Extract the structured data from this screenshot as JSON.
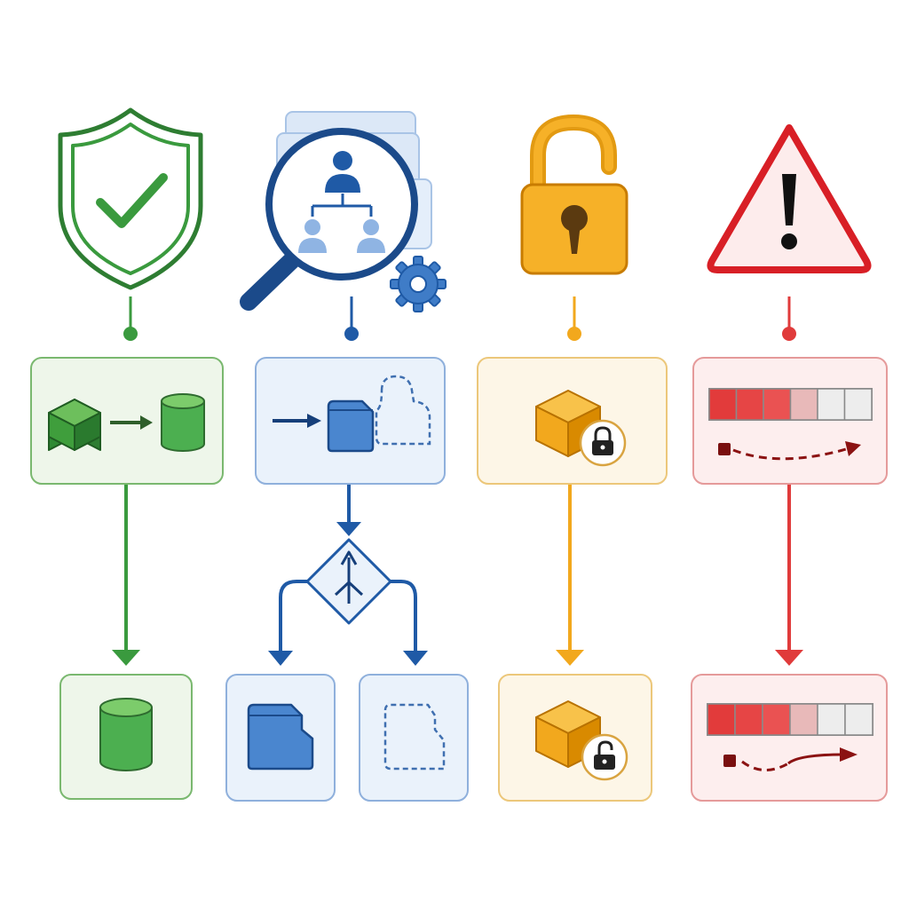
{
  "diagram": {
    "columns": [
      {
        "id": "integrity",
        "icon": "shield-check-icon",
        "accent": "#3a9a3e",
        "dark": "#2e7d32",
        "fill": "#eef6ea",
        "flow": "direct",
        "top_card": [
          "cube-icon",
          "arrow-right-icon",
          "database-icon"
        ],
        "bottom_cards": [
          [
            "database-icon"
          ]
        ]
      },
      {
        "id": "discovery",
        "icon": "magnifier-org-chart-icon",
        "accent": "#1f5aa6",
        "dark": "#163f7a",
        "fill": "#eaf2fb",
        "flow": "branch",
        "top_card": [
          "arrow-right-icon",
          "file-icon",
          "ghost-file-icon"
        ],
        "decision": "decision-diamond-icon",
        "bottom_cards": [
          [
            "file-icon"
          ],
          [
            "ghost-file-icon"
          ]
        ]
      },
      {
        "id": "access",
        "icon": "open-padlock-icon",
        "accent": "#f2a81d",
        "dark": "#d98a00",
        "fill": "#fdf6e7",
        "flow": "direct",
        "top_card": [
          "cube-locked-icon"
        ],
        "bottom_cards": [
          [
            "cube-unlocked-icon"
          ]
        ]
      },
      {
        "id": "alert",
        "icon": "warning-triangle-icon",
        "accent": "#e03b3b",
        "dark": "#8b1212",
        "fill": "#fdeeee",
        "flow": "direct",
        "top_card": [
          "progress-bar-icon",
          "dashed-path-arrow-icon"
        ],
        "top_progress": 3,
        "bottom_cards": [
          [
            "progress-bar-icon",
            "dashed-path-arrow-icon"
          ]
        ],
        "bottom_progress": 3,
        "progress_total": 6
      }
    ]
  }
}
